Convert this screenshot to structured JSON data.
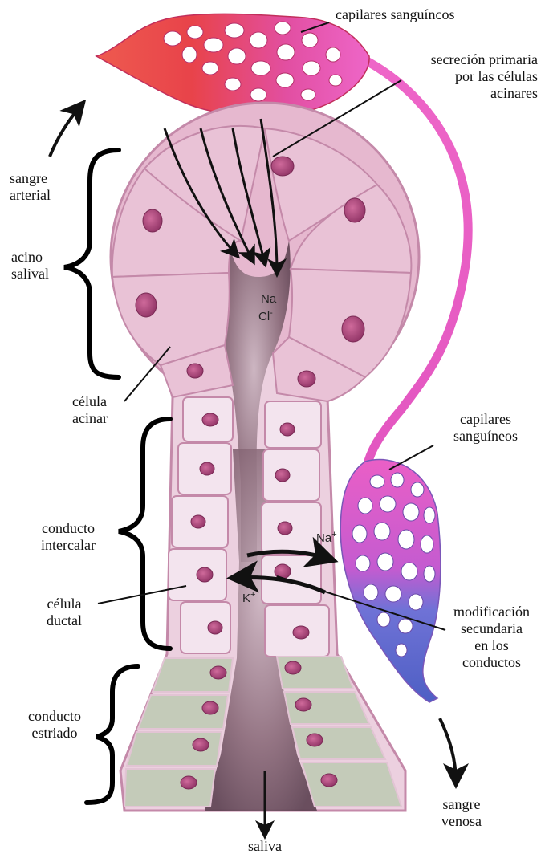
{
  "labels": {
    "capillaries_top": "capilares sanguíncos",
    "primary_secretion": [
      "secreción primaria",
      "por las células",
      "acinares"
    ],
    "arterial_blood": [
      "sangre",
      "arterial"
    ],
    "salivary_acinus": [
      "acino",
      "salival"
    ],
    "acinar_cell": [
      "célula",
      "acinar"
    ],
    "capillaries_bottom": [
      "capilares",
      "sanguíneos"
    ],
    "intercalated_duct": [
      "conducto",
      "intercalar"
    ],
    "ductal_cell": [
      "célula",
      "ductal"
    ],
    "secondary_modification": [
      "modificación",
      "secundaria",
      "en los",
      "conductos"
    ],
    "striated_duct": [
      "conducto",
      "estriado"
    ],
    "venous_blood": [
      "sangre",
      "venosa"
    ],
    "saliva": "saliva"
  },
  "ions": {
    "na_top": "Na",
    "na_top_charge": "+",
    "cl": "Cl",
    "cl_charge": "-",
    "na_duct": "Na",
    "na_duct_charge": "+",
    "k_duct": "K",
    "k_duct_charge": "+"
  },
  "colors": {
    "capillary_arterial": "#e8434a",
    "capillary_magenta": "#e85fc4",
    "capillary_venous": "#5d6fd3",
    "acinar_cell": "#e9c2d6",
    "ductal_cell": "#f3e4ee",
    "striated_cell": "#c4cbb9",
    "nucleus": "#b04a7e",
    "lumen": "#7a5968"
  }
}
